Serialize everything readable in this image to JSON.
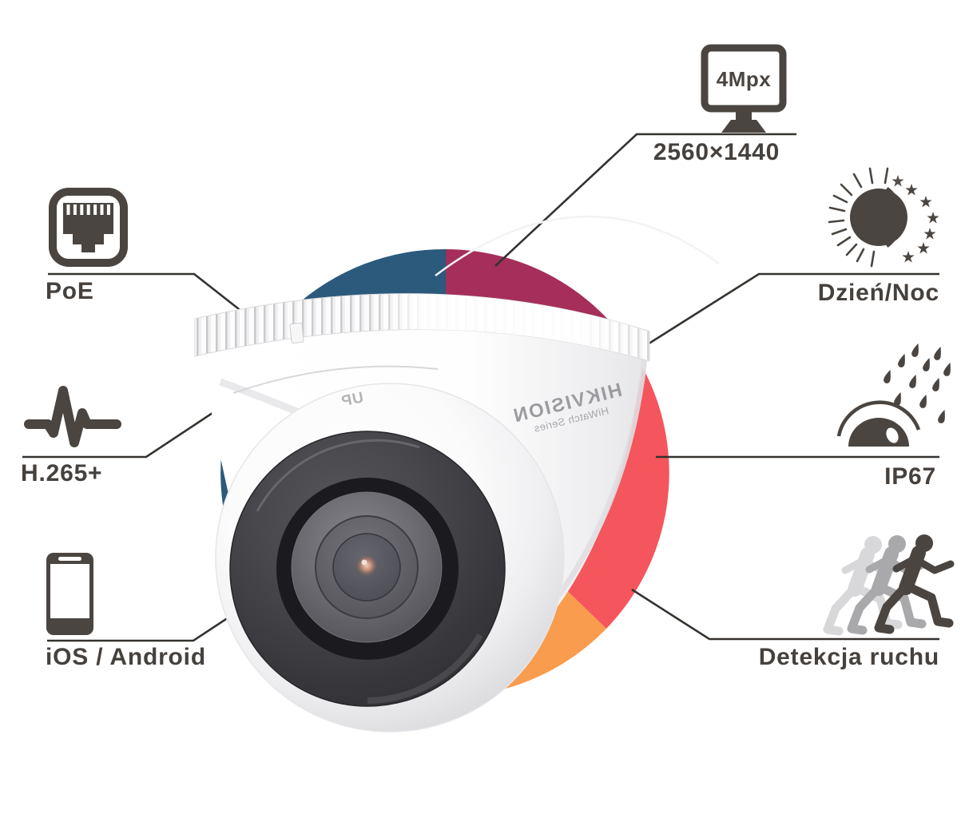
{
  "page": {
    "background": "#ffffff",
    "type": "product-feature-infographic"
  },
  "product": {
    "brand": "HIKVISION",
    "series": "HiWatch Series",
    "up_marking": "UP",
    "description": "white turret dome IP camera"
  },
  "colors": {
    "ink": "#46413d",
    "callout_line": "#35322f",
    "ring_teal": "#2b5a7c",
    "ring_magenta": "#a52f5a",
    "ring_red": "#f5555c",
    "ring_orange": "#f99c4d"
  },
  "features": [
    {
      "id": "resolution",
      "icon": "monitor-icon",
      "icon_text": "4Mpx",
      "label": "2560×1440",
      "side": "top-right"
    },
    {
      "id": "day-night",
      "icon": "day-night-icon",
      "label": "Dzień/Noc",
      "side": "right"
    },
    {
      "id": "ip67",
      "icon": "weatherproof-rain-icon",
      "label": "IP67",
      "side": "right"
    },
    {
      "id": "motion",
      "icon": "motion-detection-icon",
      "label": "Detekcja ruchu",
      "side": "right"
    },
    {
      "id": "poe",
      "icon": "ethernet-rj45-icon",
      "label": "PoE",
      "side": "left"
    },
    {
      "id": "h265",
      "icon": "codec-waveform-icon",
      "label": "H.265+",
      "side": "left"
    },
    {
      "id": "mobile",
      "icon": "smartphone-icon",
      "label": "iOS / Android",
      "side": "left"
    }
  ]
}
